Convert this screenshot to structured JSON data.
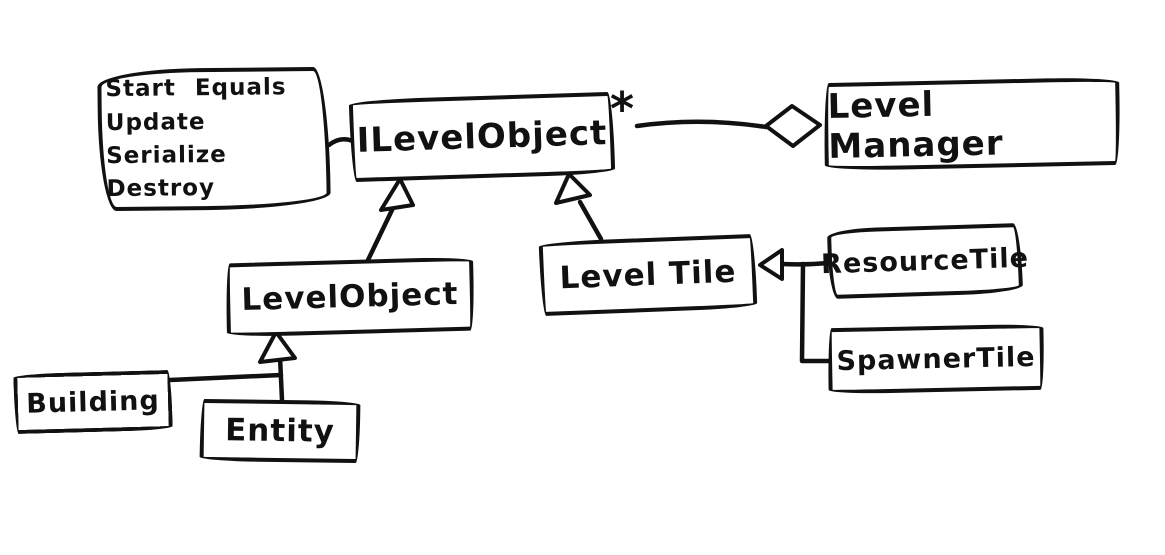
{
  "diagram": {
    "kind": "hand-drawn UML class diagram",
    "ink_color": "#111111",
    "background_color": "#ffffff",
    "nodes": {
      "methods_note": {
        "lines": [
          "Start Equals",
          "Update Serialize",
          "Destroy"
        ]
      },
      "ilevel_object": {
        "label": "ILevelObject",
        "multiplicity": "*"
      },
      "level_manager": {
        "label": "Level Manager"
      },
      "level_object": {
        "label": "LevelObject"
      },
      "level_tile": {
        "label": "Level Tile"
      },
      "resource_tile": {
        "label": "ResourceTile"
      },
      "spawner_tile": {
        "label": "SpawnerTile"
      },
      "building": {
        "label": "Building"
      },
      "entity": {
        "label": "Entity"
      }
    },
    "edges": [
      {
        "from": "methods_note",
        "to": "ILevelObject",
        "type": "note-link"
      },
      {
        "from": "ILevelObject",
        "to": "Level Manager",
        "type": "aggregation",
        "multiplicity": "*"
      },
      {
        "from": "LevelObject",
        "to": "ILevelObject",
        "type": "generalization"
      },
      {
        "from": "Level Tile",
        "to": "ILevelObject",
        "type": "generalization"
      },
      {
        "from": "ResourceTile",
        "to": "Level Tile",
        "type": "generalization"
      },
      {
        "from": "SpawnerTile",
        "to": "Level Tile",
        "type": "generalization"
      },
      {
        "from": "Building",
        "to": "LevelObject",
        "type": "generalization"
      },
      {
        "from": "Entity",
        "to": "LevelObject",
        "type": "generalization"
      }
    ]
  }
}
